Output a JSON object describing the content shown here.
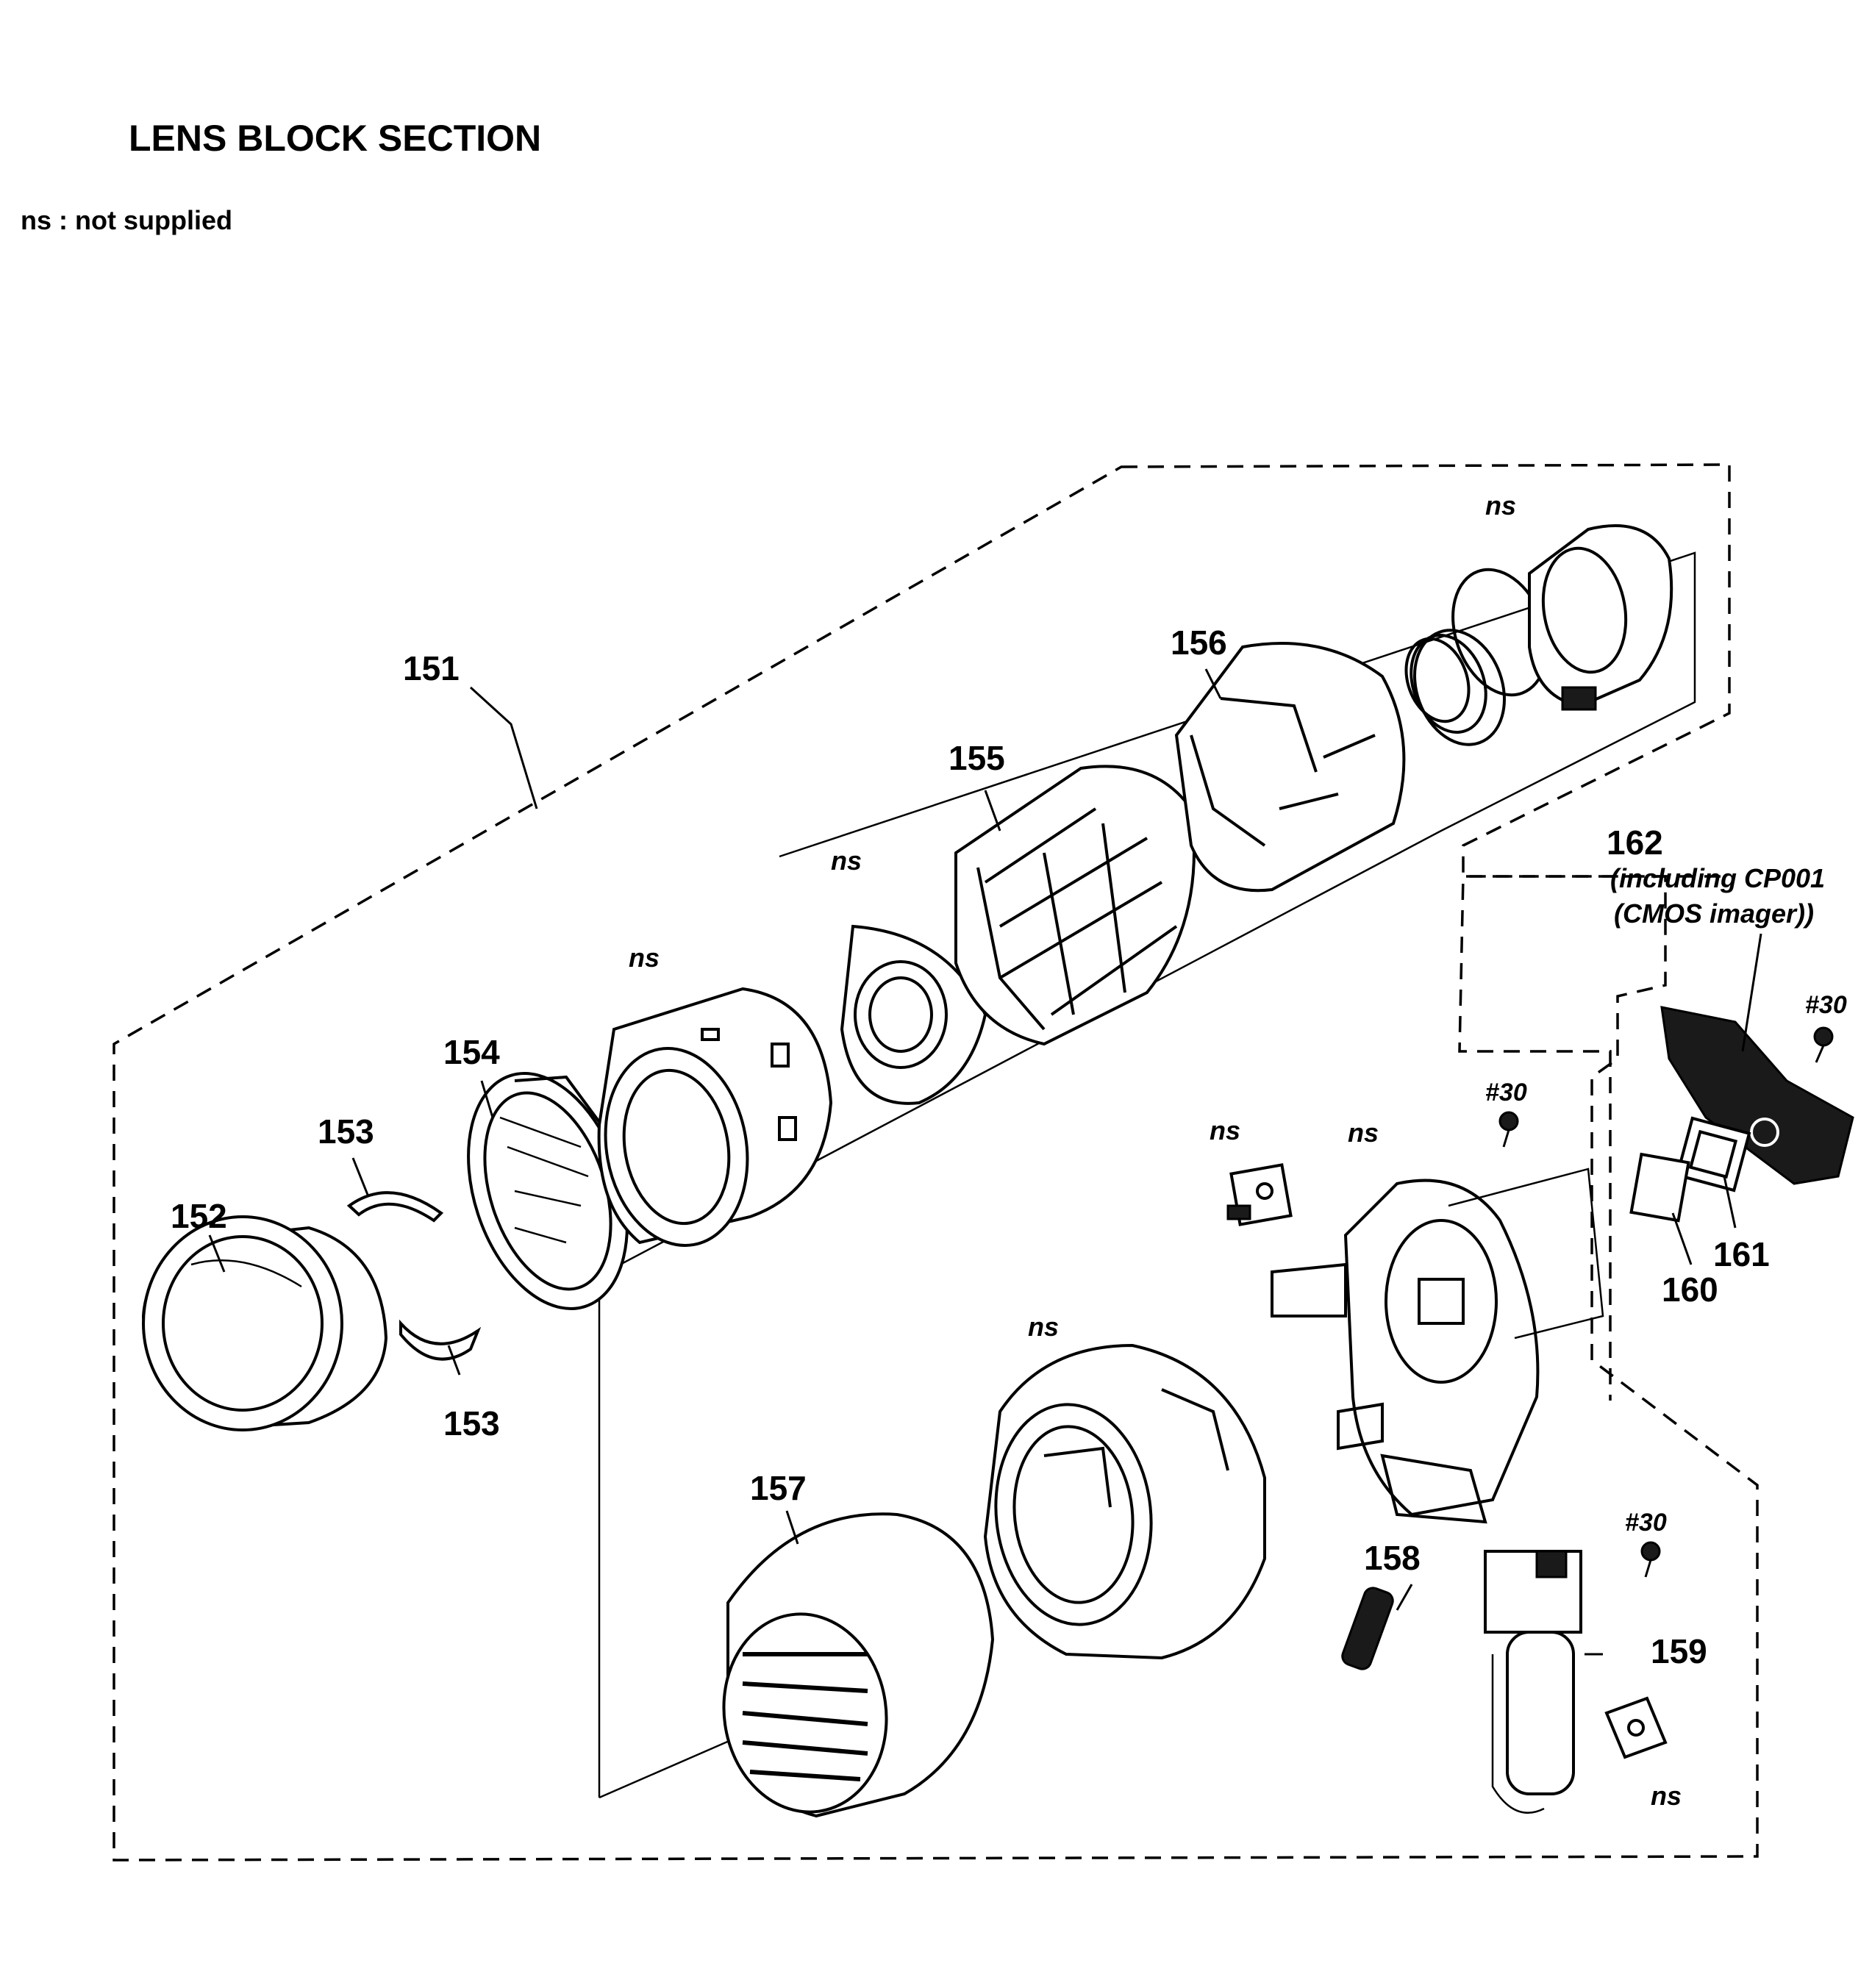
{
  "title": "LENS BLOCK SECTION",
  "note": "ns : not supplied",
  "labels": {
    "p151": "151",
    "p152": "152",
    "p153a": "153",
    "p153b": "153",
    "p154": "154",
    "p155": "155",
    "p156": "156",
    "p157": "157",
    "p158": "158",
    "p159": "159",
    "p160": "160",
    "p161": "161",
    "p162": "162",
    "p162_sub1": "(including CP001",
    "p162_sub2": "(CMOS imager))",
    "ns1": "ns",
    "ns2": "ns",
    "ns3": "ns",
    "ns4": "ns",
    "ns5": "ns",
    "ns6": "ns",
    "ns7": "ns",
    "s30a": "#30",
    "s30b": "#30",
    "s30c": "#30"
  }
}
